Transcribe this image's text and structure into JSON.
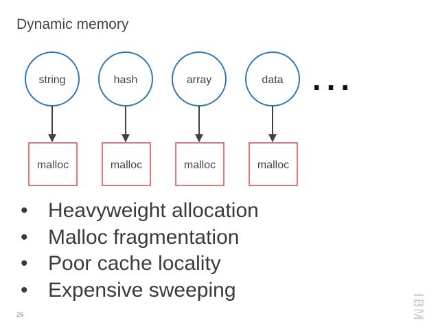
{
  "slide": {
    "title": "Dynamic memory",
    "page_number": "26",
    "logo_text": "IBM"
  },
  "diagram": {
    "objects": [
      {
        "label": "string",
        "alloc": "malloc"
      },
      {
        "label": "hash",
        "alloc": "malloc"
      },
      {
        "label": "array",
        "alloc": "malloc"
      },
      {
        "label": "data",
        "alloc": "malloc"
      }
    ],
    "ellipsis": "...",
    "colors": {
      "circle": "#2e75b6",
      "box": "#e04848",
      "arrow": "#404040"
    }
  },
  "bullets": [
    {
      "marker": "•",
      "text": "Heavyweight allocation"
    },
    {
      "marker": "•",
      "text": "Malloc fragmentation"
    },
    {
      "marker": "•",
      "text": "Poor cache locality"
    },
    {
      "marker": "•",
      "text": "Expensive sweeping"
    }
  ]
}
